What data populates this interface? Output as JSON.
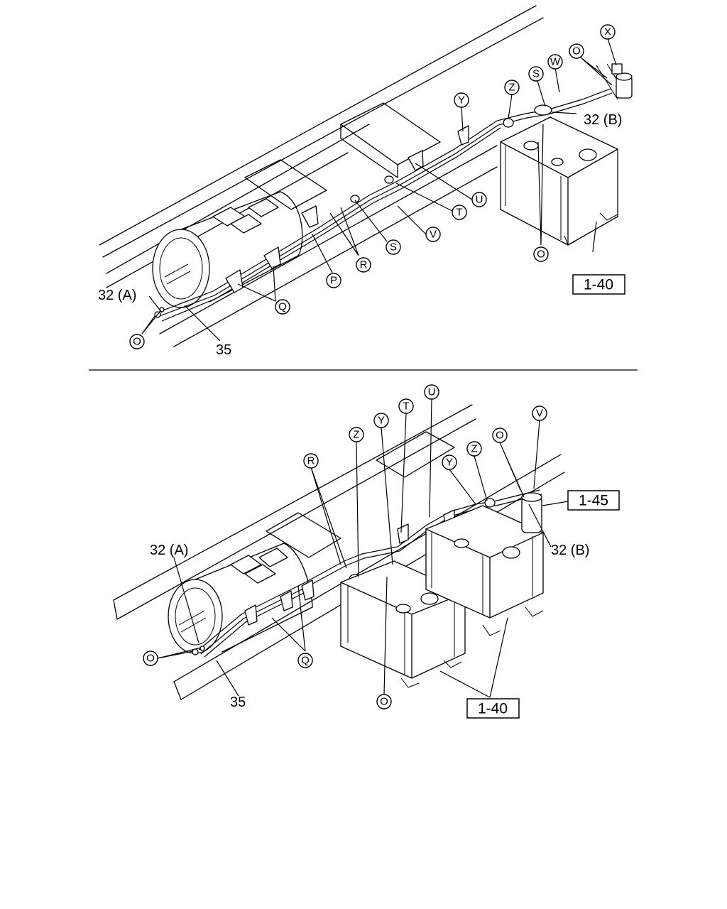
{
  "panels": {
    "top": {
      "callouts": {
        "x": "X",
        "o_tr": "O",
        "w": "W",
        "s_t": "S",
        "z": "Z",
        "y": "Y",
        "u": "U",
        "t": "T",
        "v": "V",
        "s_b": "S",
        "r": "R",
        "p": "P",
        "o_tank": "O",
        "q": "Q",
        "o_l": "O"
      },
      "labels": {
        "l32b": "32 (B)",
        "l32a": "32 (A)",
        "l35": "35"
      },
      "refs": {
        "r140": "1-40"
      }
    },
    "bottom": {
      "callouts": {
        "r": "R",
        "z1": "Z",
        "y1": "Y",
        "t": "T",
        "u": "U",
        "z2": "Z",
        "y2": "Y",
        "o_r": "O",
        "v": "V",
        "o_l": "O",
        "q": "Q",
        "o_b": "O"
      },
      "labels": {
        "l32a": "32 (A)",
        "l32b": "32 (B)",
        "l35": "35"
      },
      "refs": {
        "r145": "1-45",
        "r140": "1-40"
      }
    }
  }
}
